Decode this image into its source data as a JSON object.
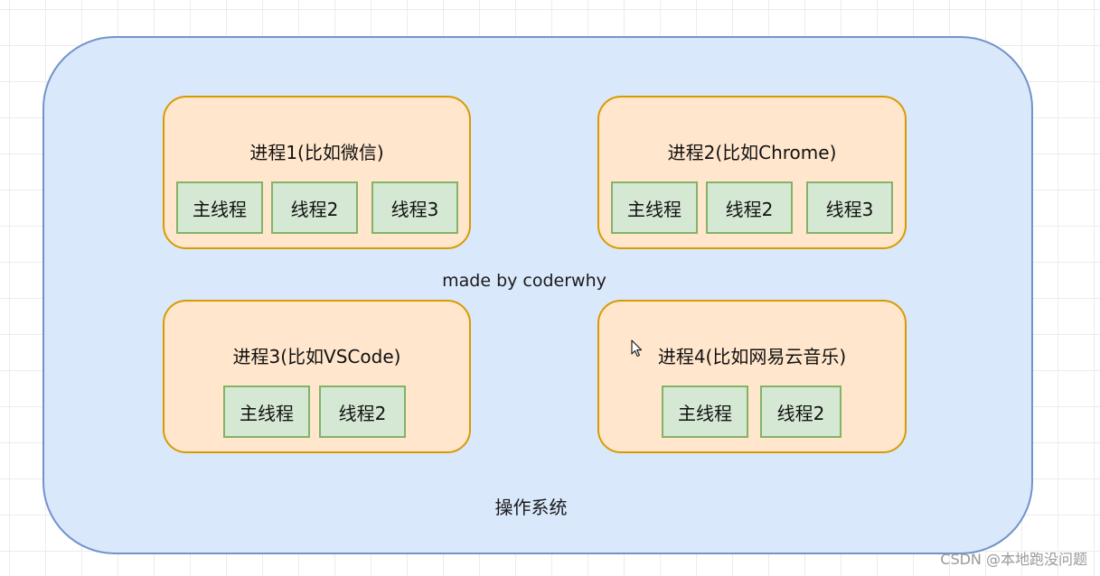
{
  "os": {
    "label": "操作系统"
  },
  "center_text": "made by coderwhy",
  "watermark": "CSDN @本地跑没问题",
  "processes": [
    {
      "title": "进程1(比如微信)",
      "threads": [
        "主线程",
        "线程2",
        "线程3"
      ]
    },
    {
      "title": "进程2(比如Chrome)",
      "threads": [
        "主线程",
        "线程2",
        "线程3"
      ]
    },
    {
      "title": "进程3(比如VSCode)",
      "threads": [
        "主线程",
        "线程2"
      ]
    },
    {
      "title": "进程4(比如网易云音乐)",
      "threads": [
        "主线程",
        "线程2"
      ]
    }
  ],
  "colors": {
    "os_fill": "#dae8fc",
    "os_stroke": "#7393c9",
    "process_fill": "#ffe6cc",
    "process_stroke": "#d79b00",
    "thread_fill": "#d5e8d4",
    "thread_stroke": "#82b366"
  },
  "icons": {
    "cursor": "mouse-pointer-icon"
  }
}
